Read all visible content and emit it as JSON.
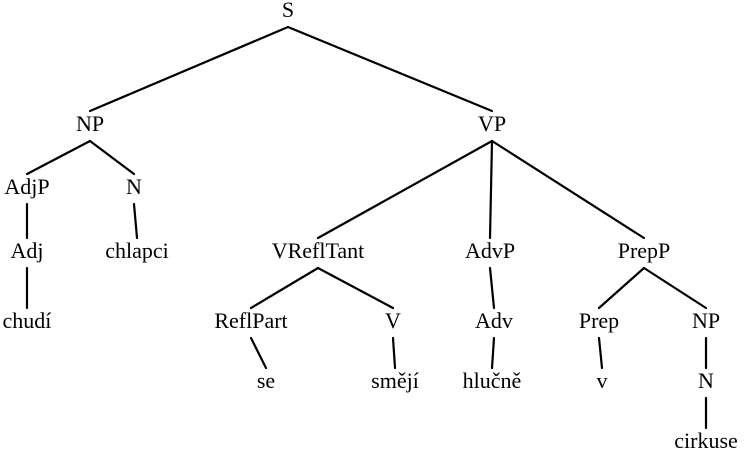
{
  "tree": {
    "label": "S",
    "children": [
      {
        "label": "NP",
        "children": [
          {
            "label": "AdjP",
            "children": [
              {
                "label": "Adj",
                "children": [
                  {
                    "label": "chudí"
                  }
                ]
              }
            ]
          },
          {
            "label": "N",
            "children": [
              {
                "label": "chlapci"
              }
            ]
          }
        ]
      },
      {
        "label": "VP",
        "children": [
          {
            "label": "VReflTant",
            "children": [
              {
                "label": "ReflPart",
                "children": [
                  {
                    "label": "se"
                  }
                ]
              },
              {
                "label": "V",
                "children": [
                  {
                    "label": "smějí"
                  }
                ]
              }
            ]
          },
          {
            "label": "AdvP",
            "children": [
              {
                "label": "Adv",
                "children": [
                  {
                    "label": "hlučně"
                  }
                ]
              }
            ]
          },
          {
            "label": "PrepP",
            "children": [
              {
                "label": "Prep",
                "children": [
                  {
                    "label": "v"
                  }
                ]
              },
              {
                "label": "NP",
                "children": [
                  {
                    "label": "N",
                    "children": [
                      {
                        "label": "cirkuse"
                      }
                    ]
                  }
                ]
              }
            ]
          }
        ]
      }
    ]
  }
}
